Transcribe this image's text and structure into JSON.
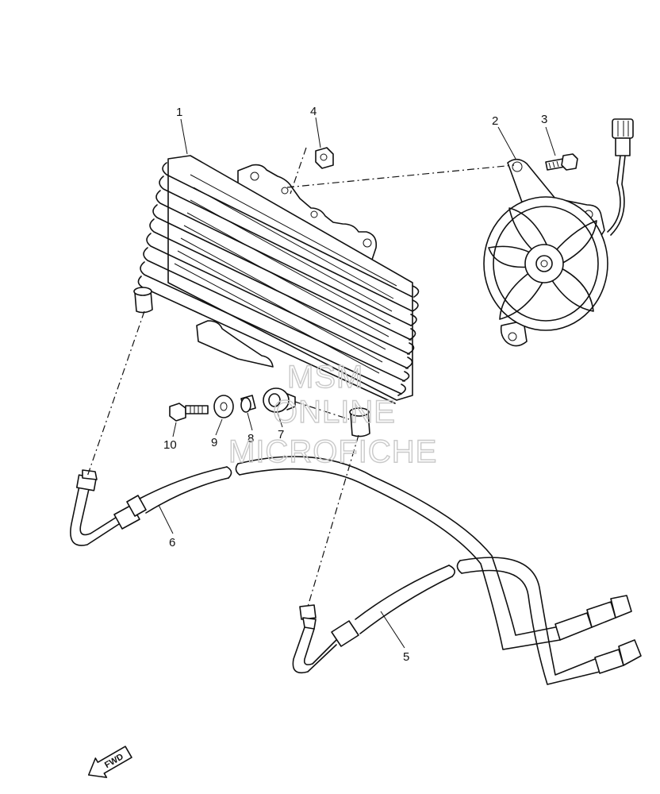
{
  "watermark": {
    "line1": "MSM",
    "line2": "ONLINE",
    "line3": "MICROFICHE"
  },
  "fwd_label": "FWD",
  "callouts": [
    {
      "id": "1",
      "label": "1"
    },
    {
      "id": "2",
      "label": "2"
    },
    {
      "id": "3",
      "label": "3"
    },
    {
      "id": "4",
      "label": "4"
    },
    {
      "id": "5",
      "label": "5"
    },
    {
      "id": "6",
      "label": "6"
    },
    {
      "id": "7",
      "label": "7"
    },
    {
      "id": "8",
      "label": "8"
    },
    {
      "id": "9",
      "label": "9"
    },
    {
      "id": "10",
      "label": "10"
    }
  ]
}
